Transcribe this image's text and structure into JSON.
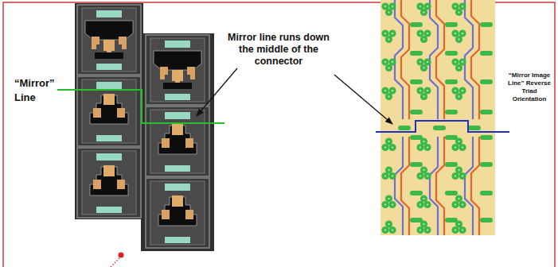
{
  "diagram": {
    "labels": [
      "“Mirror” Line",
      "Mirror line runs down the middle of the connector",
      "“Mirror Image Line” Reverse Triad Orientation"
    ]
  }
}
